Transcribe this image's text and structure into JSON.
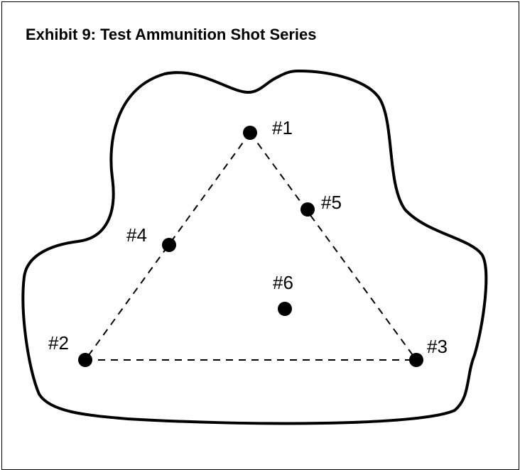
{
  "exhibit": {
    "title": "Exhibit 9: Test Ammunition Shot Series"
  },
  "shots": [
    {
      "label": "#1"
    },
    {
      "label": "#2"
    },
    {
      "label": "#3"
    },
    {
      "label": "#4"
    },
    {
      "label": "#5"
    },
    {
      "label": "#6"
    }
  ],
  "colors": {
    "ink": "#000000",
    "background": "#ffffff"
  }
}
